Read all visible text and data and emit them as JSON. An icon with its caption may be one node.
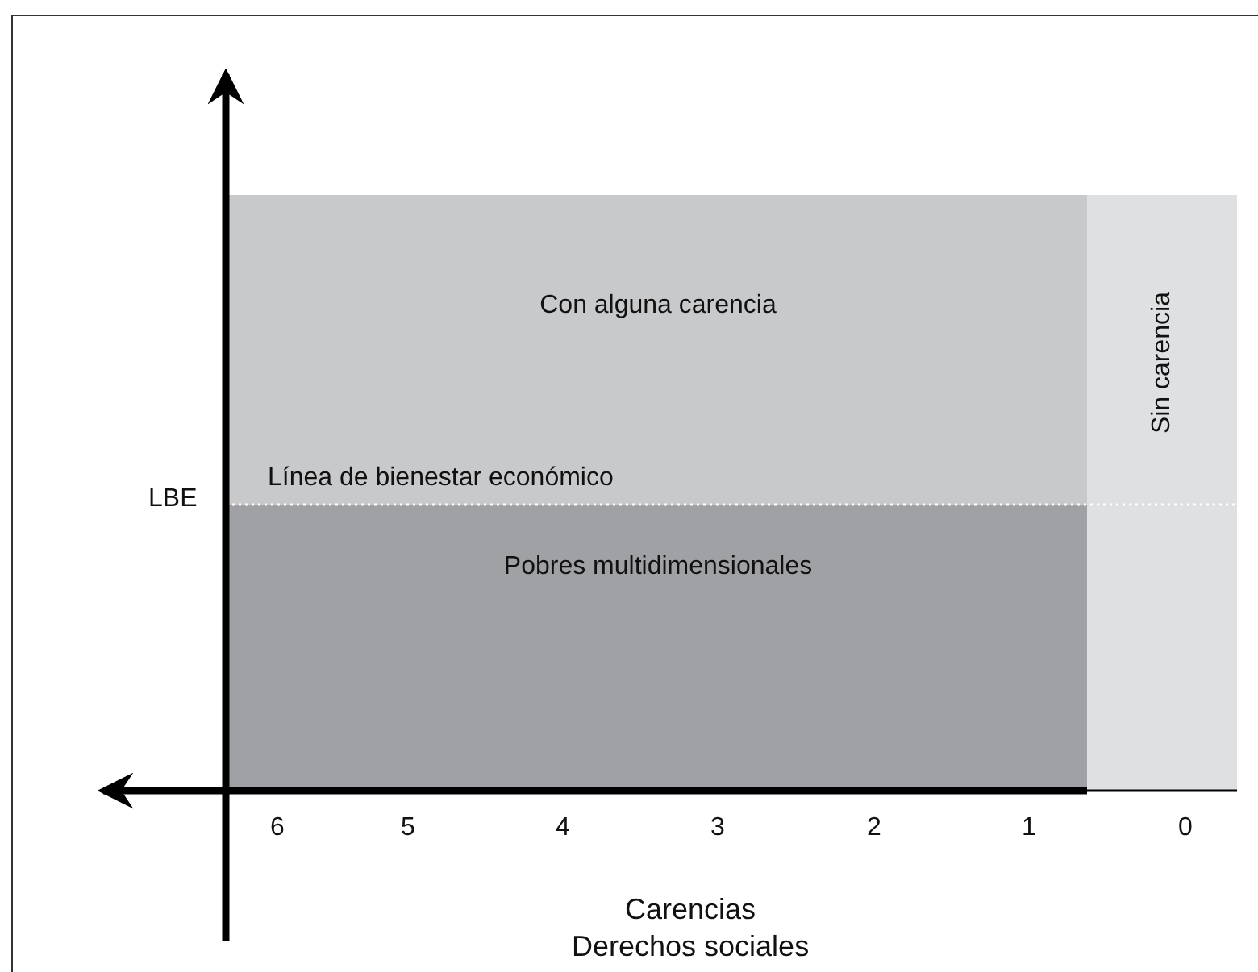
{
  "diagram": {
    "nodes": [
      {
        "text": [
          "Con alguna carencia"
        ]
      },
      {
        "text": [
          "Pobres multidimensionales"
        ]
      },
      {
        "text": [
          "Sin carencia"
        ]
      }
    ],
    "labels": [
      "LBE",
      "Línea de bienestar económico",
      "6",
      "5",
      "4",
      "3",
      "2",
      "1",
      "0",
      "Carencias",
      "Derechos sociales"
    ]
  }
}
